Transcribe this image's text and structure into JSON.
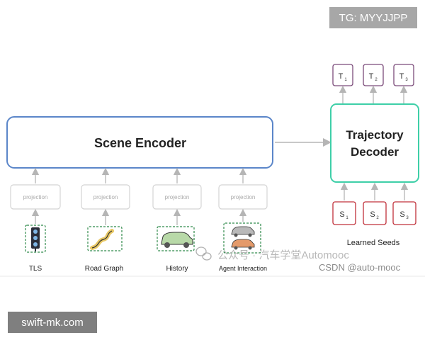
{
  "watermarks": {
    "top_tag": "TG: MYYJJPP",
    "bottom_tag": "swift-mk.com",
    "wechat_line": "公众号 · 汽车学堂Automooc",
    "csdn_line": "CSDN @auto-mooc"
  },
  "diagram": {
    "encoder_label": "Scene Encoder",
    "decoder_label_line1": "Trajectory",
    "decoder_label_line2": "Decoder",
    "projection_label": "projection",
    "inputs": [
      {
        "label": "TLS",
        "icon": "traffic-light-icon"
      },
      {
        "label": "Road Graph",
        "icon": "road-icon"
      },
      {
        "label": "History",
        "icon": "car-icon"
      },
      {
        "label": "Agent Interaction",
        "icon": "cars-icon"
      }
    ],
    "outputs": [
      {
        "base": "T",
        "sub": "1"
      },
      {
        "base": "T",
        "sub": "2"
      },
      {
        "base": "T",
        "sub": "3"
      }
    ],
    "seeds": [
      {
        "base": "S",
        "sub": "1"
      },
      {
        "base": "S",
        "sub": "2"
      },
      {
        "base": "S",
        "sub": "3"
      }
    ],
    "seeds_label": "Learned Seeds"
  },
  "colors": {
    "encoder_border": "#5b86c9",
    "decoder_border": "#3ecfa8",
    "output_border": "#7b4b7a",
    "seed_border": "#c0303a",
    "icon_dashed": "#2f8a4a",
    "arrow": "#b5b5b5",
    "projection_border": "#d4d4d4"
  }
}
